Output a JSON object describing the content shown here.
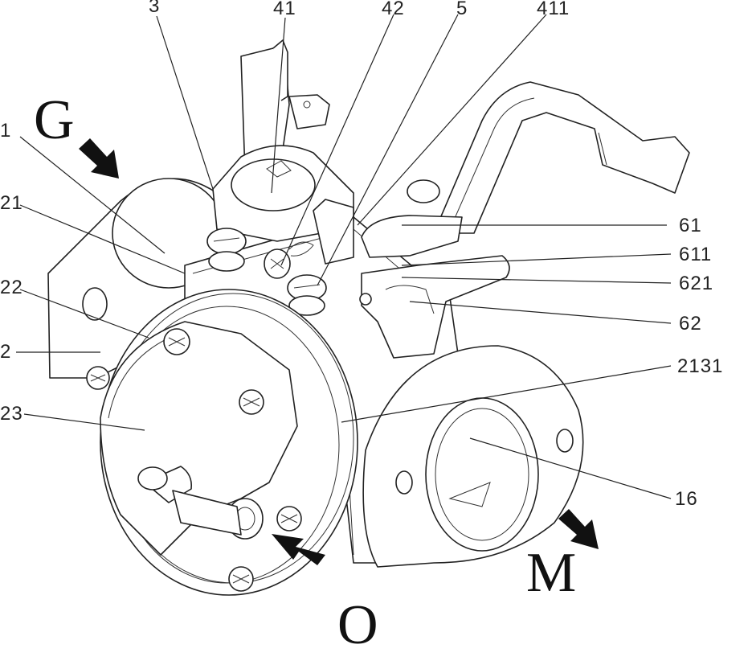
{
  "figure": {
    "labels": {
      "l3": "3",
      "l41": "41",
      "l42": "42",
      "l5": "5",
      "l411": "411",
      "l1": "1",
      "l21": "21",
      "l22": "22",
      "l2": "2",
      "l23": "23",
      "l61": "61",
      "l611": "611",
      "l621": "621",
      "l62": "62",
      "l2131": "2131",
      "l16": "16"
    },
    "flow": {
      "gas_in": "G",
      "mix_out": "M",
      "outlet": "O"
    }
  }
}
